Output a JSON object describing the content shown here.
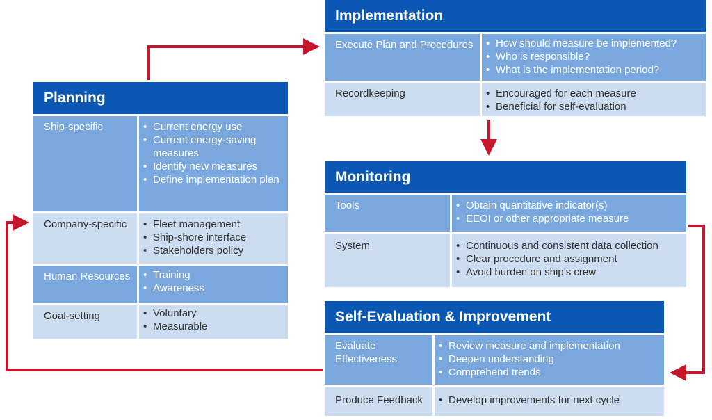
{
  "colors": {
    "header": "#0a57b4",
    "dark_cell": "#7aa7dd",
    "light_cell": "#ccdcf1",
    "arrow": "#c4172c"
  },
  "planning": {
    "title": "Planning",
    "rows": [
      {
        "label": "Ship-specific",
        "items": [
          "Current energy use",
          "Current energy-saving measures",
          "Identify new measures",
          "Define implementation plan"
        ]
      },
      {
        "label": "Company-specific",
        "items": [
          "Fleet management",
          "Ship-shore interface",
          "Stakeholders policy"
        ]
      },
      {
        "label": "Human Resources",
        "items": [
          "Training",
          "Awareness"
        ]
      },
      {
        "label": "Goal-setting",
        "items": [
          "Voluntary",
          "Measurable"
        ]
      }
    ]
  },
  "implementation": {
    "title": "Implementation",
    "rows": [
      {
        "label": "Execute Plan and Procedures",
        "items": [
          "How should measure be implemented?",
          "Who is responsible?",
          "What is the implementation period?"
        ]
      },
      {
        "label": "Recordkeeping",
        "items": [
          "Encouraged for each measure",
          "Beneficial for self-evaluation"
        ]
      }
    ]
  },
  "monitoring": {
    "title": "Monitoring",
    "rows": [
      {
        "label": "Tools",
        "items": [
          "Obtain quantitative indicator(s)",
          "EEOI or other appropriate measure"
        ]
      },
      {
        "label": "System",
        "items": [
          "Continuous and consistent data collection",
          "Clear procedure and assignment",
          "Avoid burden on ship’s crew"
        ]
      }
    ]
  },
  "self_evaluation": {
    "title": "Self-Evaluation & Improvement",
    "rows": [
      {
        "label": "Evaluate Effectiveness",
        "items": [
          "Review measure and implementation",
          "Deepen understanding",
          "Comprehend trends"
        ]
      },
      {
        "label": "Produce Feedback",
        "items": [
          "Develop improvements for next cycle"
        ]
      }
    ]
  }
}
